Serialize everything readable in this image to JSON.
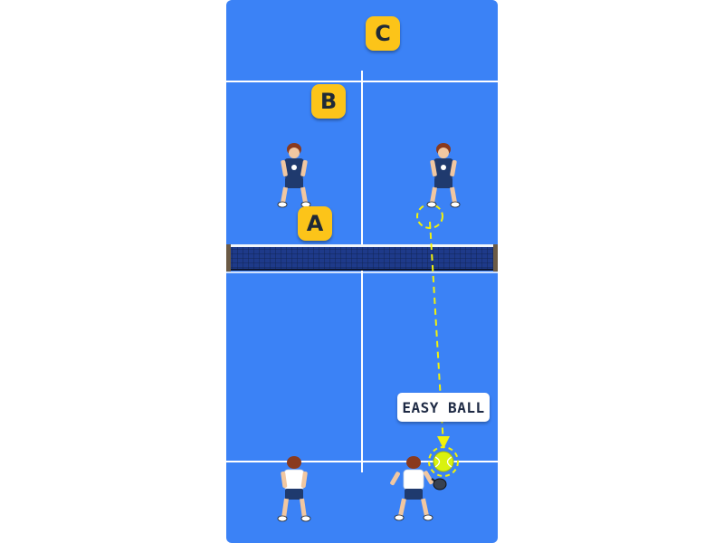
{
  "colors": {
    "court": "#3b82f6",
    "line": "#ffffff",
    "net": "#1e3a8a",
    "net_post": "#6b5a45",
    "label_bg": "#fcc419",
    "label_text": "#1f2937",
    "ball": "#d9f20f",
    "path": "#f2f20a",
    "opponent_shirt": "#1f3a6e",
    "player_shirt": "#ffffff",
    "shorts_near": "#1f3a6e"
  },
  "zones": {
    "a": {
      "label": "A"
    },
    "b": {
      "label": "B"
    },
    "c": {
      "label": "C"
    }
  },
  "callout": {
    "text": "EASY BALL"
  },
  "players": {
    "opponent_left": {
      "icon": "opponent-player-icon"
    },
    "opponent_right": {
      "icon": "opponent-player-icon"
    },
    "near_left": {
      "icon": "player-icon"
    },
    "near_right": {
      "icon": "player-with-racket-icon"
    }
  },
  "ball": {
    "icon": "tennis-ball-icon"
  }
}
